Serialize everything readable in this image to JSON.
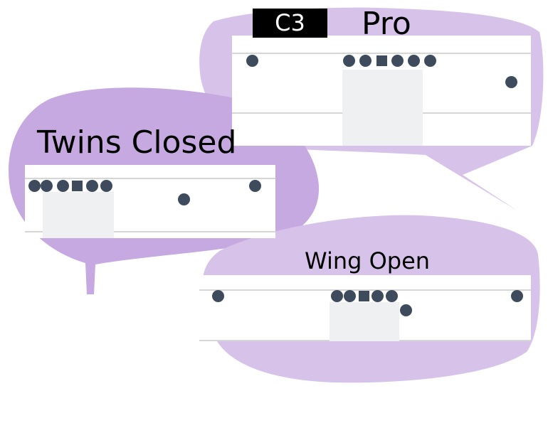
{
  "colors": {
    "bubble": "#d7c3ea",
    "bubble_dark": "#c6a9e0",
    "marker": "#3d4b5c",
    "field_line": "#d6d6d6",
    "box": "#eef0f1",
    "tag_bg": "#000000",
    "tag_text": "#ffffff"
  },
  "tag": {
    "text": "C3"
  },
  "formations": {
    "pro": {
      "title": "Pro"
    },
    "twins_closed": {
      "title": "Twins Closed"
    },
    "wing_open": {
      "title": "Wing Open"
    }
  }
}
